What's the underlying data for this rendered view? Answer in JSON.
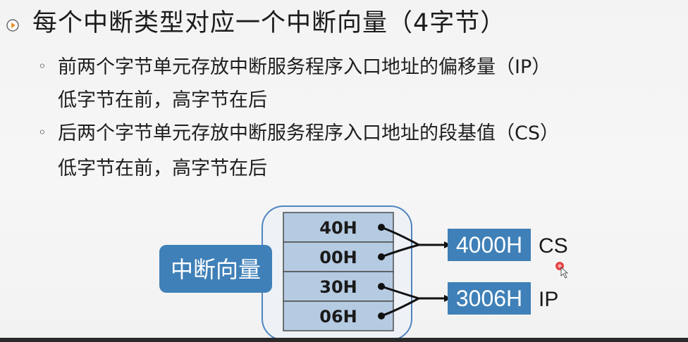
{
  "heading": "每个中断类型对应一个中断向量（4字节）",
  "bullets": [
    {
      "line1": "前两个字节单元存放中断服务程序入口地址的偏移量（IP）",
      "line2": "低字节在前，高字节在后"
    },
    {
      "line1": "后两个字节单元存放中断服务程序入口地址的段基值（CS）",
      "line2": "低字节在前，高字节在后"
    }
  ],
  "diagram": {
    "vector_label": "中断向量",
    "cells": [
      "40H",
      "00H",
      "30H",
      "06H"
    ],
    "targets": [
      {
        "value": "4000H",
        "register": "CS"
      },
      {
        "value": "3006H",
        "register": "IP"
      }
    ]
  },
  "colors": {
    "box_blue": "#3f80b8",
    "cell_fill": "#b5cbe2",
    "cell_border": "#4c4c4c",
    "frame_border": "#4f85bf",
    "cursor_red": "#e02424"
  }
}
